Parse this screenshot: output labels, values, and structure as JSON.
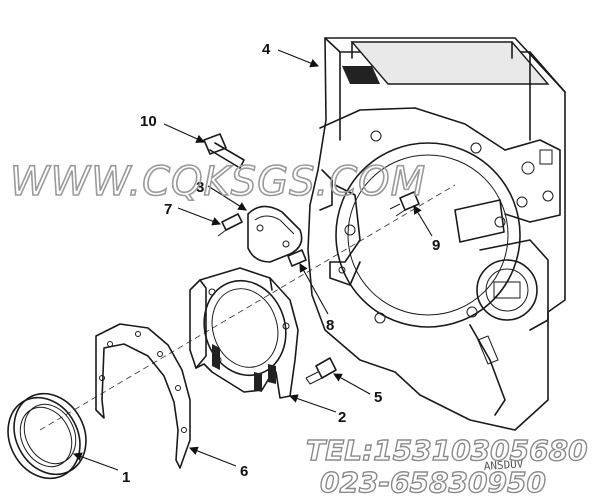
{
  "callouts": {
    "c1": "1",
    "c2": "2",
    "c3": "3",
    "c4": "4",
    "c5": "5",
    "c6": "6",
    "c7": "7",
    "c8": "8",
    "c9": "9",
    "c10": "10"
  },
  "watermark": {
    "site": "WWW.CQKSGS.COM",
    "tel": "TEL:15310305680",
    "phone": "023-65830950"
  },
  "stamp_text": "ANSDUV"
}
